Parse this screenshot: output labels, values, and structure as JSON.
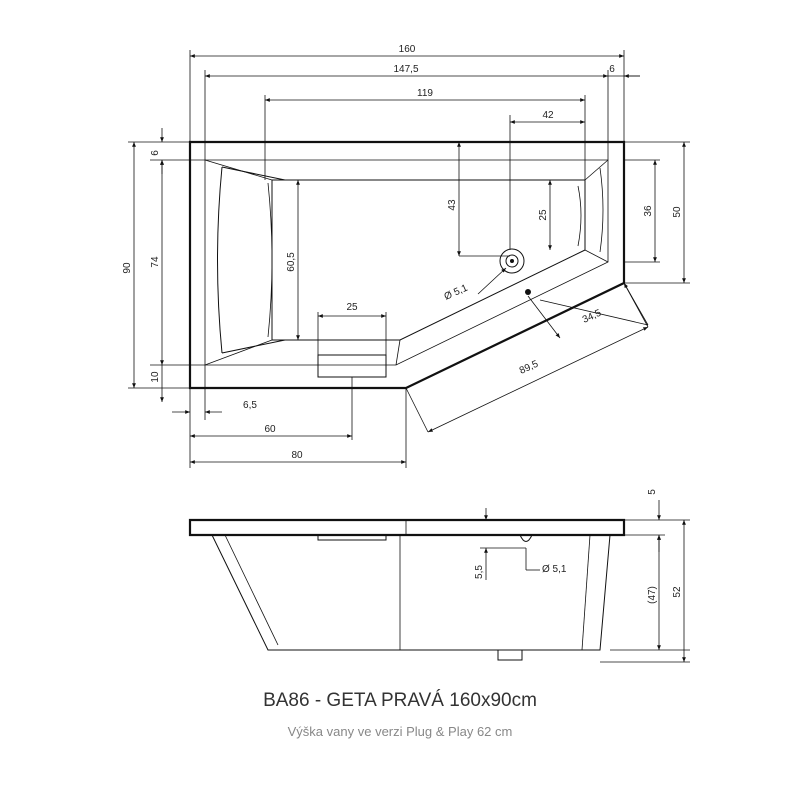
{
  "title": "BA86 - GETA PRAVÁ 160x90cm",
  "subtitle": "Výška vany ve verzi Plug & Play 62 cm",
  "plan_dimensions": {
    "total_width": "160",
    "inner_width": "147,5",
    "rim_right": "6",
    "back_width": "119",
    "drain_offset": "42",
    "drain_depth": "43",
    "inner_height_right": "25",
    "right_short": "36",
    "right_total": "50",
    "rim_top": "6",
    "total_height": "90",
    "inner_height": "74",
    "rim_bottom": "10",
    "backrest_height": "60,5",
    "panel_width": "25",
    "drain_diameter": "Ø 5,1",
    "diagonal_short": "34,5",
    "diagonal_long": "89,5",
    "rim_left": "6,5",
    "front_left_60": "60",
    "front_left_80": "80"
  },
  "side_dimensions": {
    "rim_height": "5",
    "drain_height": "5,5",
    "drain_diameter": "Ø 5,1",
    "inner_depth": "(47)",
    "total_height": "52"
  }
}
